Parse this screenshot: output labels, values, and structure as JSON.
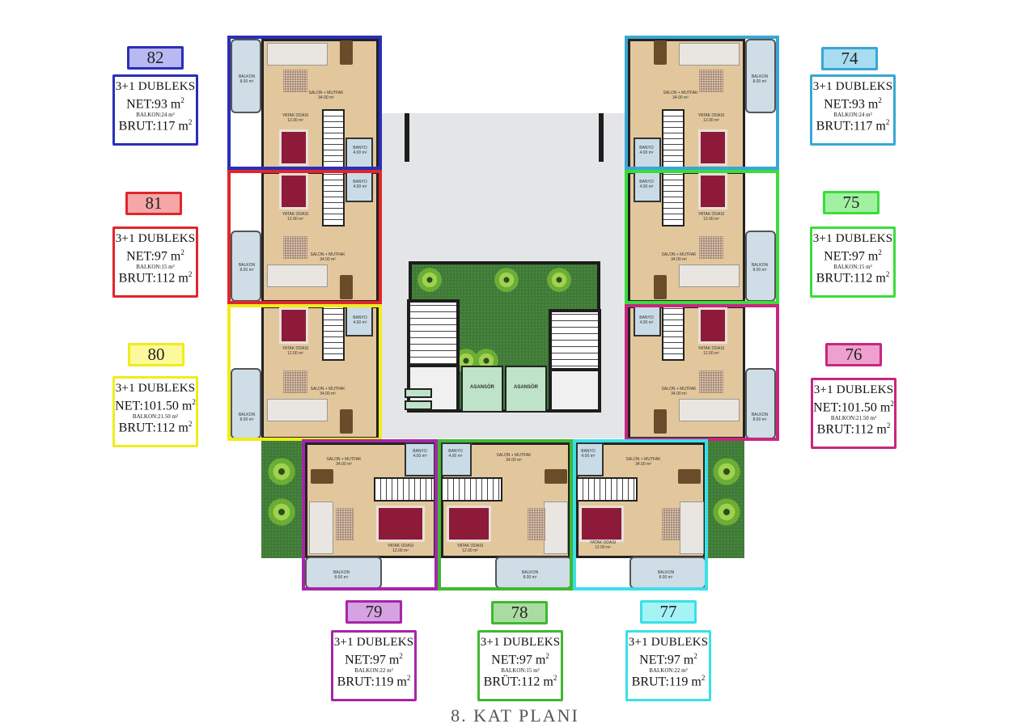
{
  "title": "8. KAT PLANI",
  "unit_superscript": "2",
  "rooms": {
    "salon": "SALON + MUTFAK\n34.00 m²",
    "yatak": "YATAK ODASI\n12.00 m²",
    "banyo": "BANYO\n4.00 m²",
    "balkon": "BALKON\n8.00 m²"
  },
  "core": {
    "elevator_1": "ASANSÖR",
    "elevator_2": "ASANSÖR"
  },
  "units": [
    {
      "no": "82",
      "type": "3+1 DUBLEKS",
      "net": "NET:93 m",
      "balkon": "BALKON:24 m²",
      "brut": "BRUT:117 m",
      "color": "#2a2fb8",
      "fill": "#b8b8f2"
    },
    {
      "no": "81",
      "type": "3+1 DUBLEKS",
      "net": "NET:97 m",
      "balkon": "BALKON:15 m²",
      "brut": "BRUT:112 m",
      "color": "#e0262b",
      "fill": "#f6a6a6"
    },
    {
      "no": "80",
      "type": "3+1 DUBLEKS",
      "net": "NET:101.50 m",
      "balkon": "BALKON:21.50 m²",
      "brut": "BRUT:112 m",
      "color": "#f0ec1c",
      "fill": "#fbf99c"
    },
    {
      "no": "74",
      "type": "3+1 DUBLEKS",
      "net": "NET:93 m",
      "balkon": "BALKON:24 m²",
      "brut": "BRUT:117 m",
      "color": "#39a7d5",
      "fill": "#a8dcf0"
    },
    {
      "no": "75",
      "type": "3+1 DUBLEKS",
      "net": "NET:97 m",
      "balkon": "BALKON:15 m²",
      "brut": "BRUT:112 m",
      "color": "#3cdc3c",
      "fill": "#a2f0a2"
    },
    {
      "no": "76",
      "type": "3+1 DUBLEKS",
      "net": "NET:101.50 m",
      "balkon": "BALKON:21.50 m²",
      "brut": "BRUT:112 m",
      "color": "#c8267f",
      "fill": "#eea0cf"
    },
    {
      "no": "79",
      "type": "3+1 DUBLEKS",
      "net": "NET:97 m",
      "balkon": "BALKON:22 m²",
      "brut": "BRUT:119 m",
      "color": "#a526a8",
      "fill": "#d7a2e2"
    },
    {
      "no": "78",
      "type": "3+1 DUBLEKS",
      "net": "NET:97 m",
      "balkon": "BALKON:15 m²",
      "brut": "BRÜT:112 m",
      "color": "#3fb832",
      "fill": "#aadca1"
    },
    {
      "no": "77",
      "type": "3+1 DUBLEKS",
      "net": "NET:97 m",
      "balkon": "BALKON:22 m²",
      "brut": "BRUT:119 m",
      "color": "#39e0e8",
      "fill": "#a6f3f5"
    }
  ]
}
